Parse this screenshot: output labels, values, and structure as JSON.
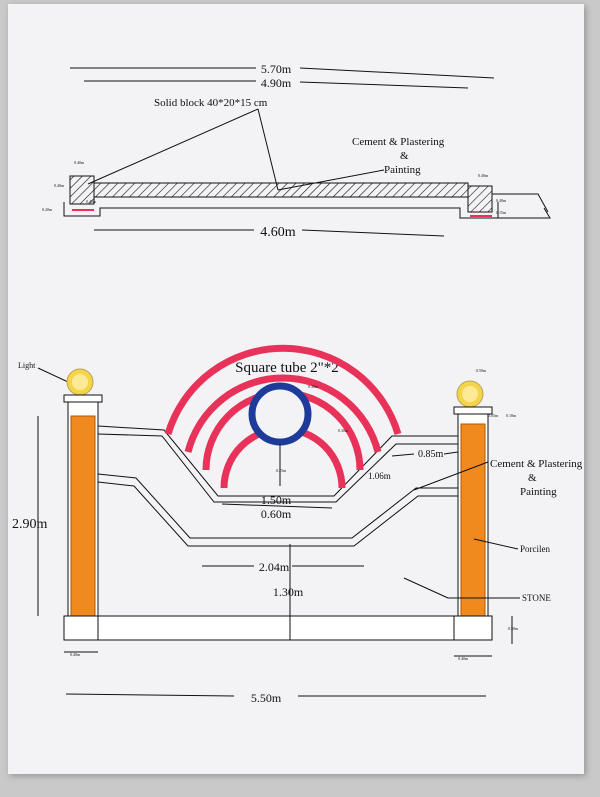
{
  "top_plan": {
    "dim_overall": "5.70m",
    "dim_inner": "4.90m",
    "dim_span": "4.60m",
    "block_label": "Solid block 40*20*15  cm",
    "finish_label_1": "Cement & Plastering",
    "finish_label_2": "&",
    "finish_label_3": "Painting",
    "small_left_top": "0.40m",
    "small_left_mid": "0.40m",
    "small_left_side": "0.40m",
    "small_left_bottom": "0.20m",
    "small_right_top": "0.40m",
    "small_right_mid": "0.40m",
    "small_right_bottom": "0.15m"
  },
  "elevation": {
    "title": "Square tube 2\"*2\"",
    "light_label": "Light",
    "height_label": "2.90m",
    "dim_150": "1.50m",
    "dim_060": "0.60m",
    "dim_085": "0.85m",
    "dim_106": "1.06m",
    "dim_204": "2.04m",
    "dim_130": "1.30m",
    "dim_550": "5.50m",
    "finish_label_1": "Cement & Plastering",
    "finish_label_2": "&",
    "finish_label_3": "Painting",
    "porcelain_label": "Porcilen",
    "stone_label": "STONE",
    "small_tube": "0.30m",
    "small_arc": "0.30m",
    "small_center": "0.25m",
    "small_right_cap": "0.50m",
    "small_right_cap2": "0.05m",
    "small_right_cap3": "0.10m",
    "small_left_base": "0.40m",
    "small_right_base": "0.40m",
    "small_right_foot": "0.50m"
  },
  "colors": {
    "arc_red": "#e8325a",
    "tube_blue": "#1e3b9a",
    "pillar_orange": "#f08a1e",
    "light_glow": "#f6d44a"
  }
}
